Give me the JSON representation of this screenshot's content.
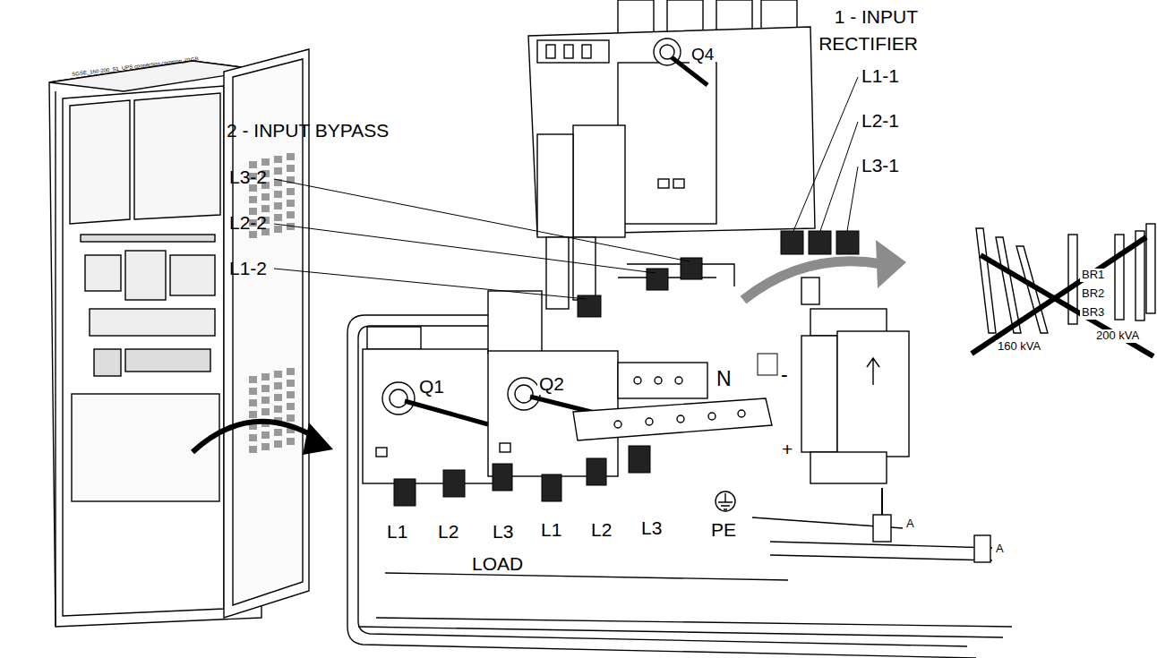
{
  "diagram": {
    "labels": [
      "SGSE_160-200_S1_UPS connection common_01GB",
      "1 - INPUT RECTIFIER",
      "L1-1",
      "L2-1",
      "L3-1",
      "2 - INPUT BYPASS",
      "L3-2",
      "L2-2",
      "L1-2",
      "Q4",
      "BR1",
      "BR2",
      "BR3",
      "160 kVA",
      "200 kVA",
      "Q1",
      "Q2",
      "N",
      "-",
      "+",
      "L1",
      "L2",
      "L3",
      "L1",
      "L2",
      "L3",
      "LOAD",
      "PE",
      "A",
      "A"
    ]
  }
}
